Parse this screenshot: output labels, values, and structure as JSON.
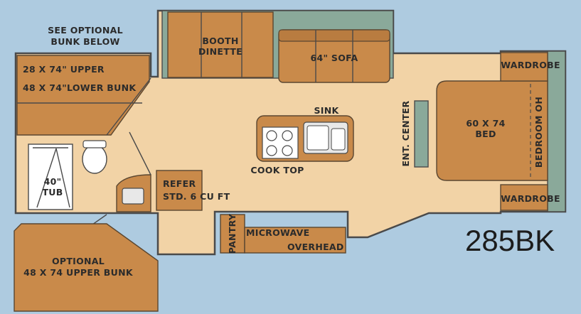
{
  "model": "285BK",
  "labels": {
    "see_optional_1": "SEE OPTIONAL",
    "see_optional_2": "BUNK BELOW",
    "bunk_upper": "28 X 74\" UPPER",
    "bunk_lower": "48 X 74\"LOWER BUNK",
    "booth_1": "BOOTH",
    "booth_2": "DINETTE",
    "sofa": "64\" SOFA",
    "wardrobe_top": "WARDROBE",
    "wardrobe_bottom": "WARDROBE",
    "sink": "SINK",
    "cook_top": "COOK TOP",
    "ent_center": "ENT. CENTER",
    "bed_1": "60 X 74",
    "bed_2": "BED",
    "bedroom_oh": "BEDROOM OH",
    "tub_1": "40\"",
    "tub_2": "TUB",
    "refer_1": "REFER",
    "refer_2": "STD. 6 CU FT",
    "pantry": "PANTRY",
    "microwave": "MICROWAVE",
    "overhead": "OVERHEAD",
    "optional_1": "OPTIONAL",
    "optional_2": "48 X 74 UPPER BUNK"
  },
  "colors": {
    "background": "#aecbe0",
    "floor": "#f2d3a6",
    "furniture": "#c98a4a",
    "slideout": "#8aa99a",
    "wall": "#4a4a4a"
  }
}
